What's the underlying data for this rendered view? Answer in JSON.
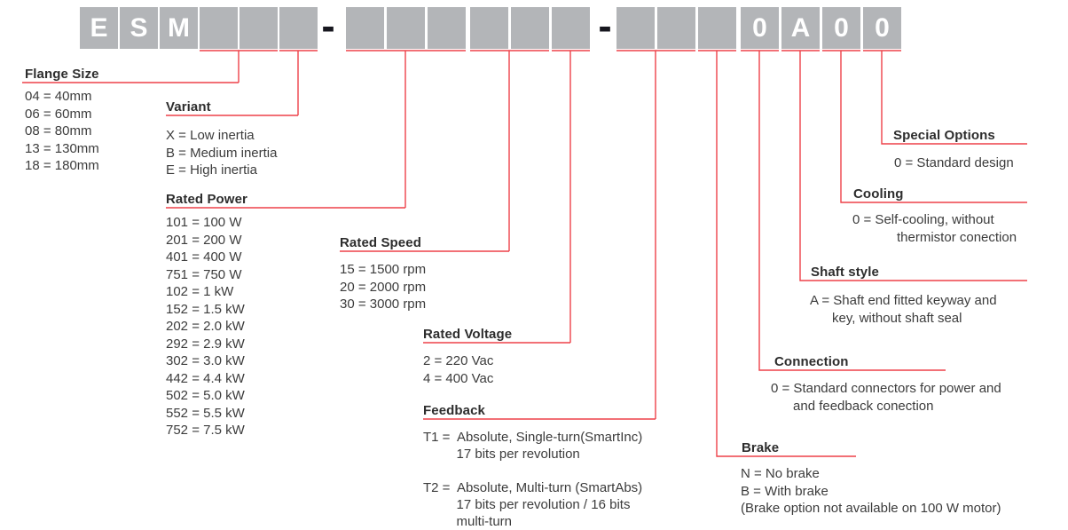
{
  "code": {
    "prefix": "ESM",
    "suffix_fixed": "0A00",
    "separator": "-",
    "chars": [
      "E",
      "S",
      "M",
      "",
      "",
      "",
      "",
      "",
      "",
      "",
      "",
      "",
      "",
      "",
      "",
      "0",
      "A",
      "0",
      "0"
    ]
  },
  "colors": {
    "accent_red": "#ee4149",
    "box_gray": "#b3b5b8",
    "box_text": "#ffffff",
    "dash_dark": "#17171f",
    "heading_text": "#2d2d2d",
    "body_text": "#3c3c3c"
  },
  "sections": [
    {
      "id": "flange-size",
      "title": "Flange Size",
      "items": [
        "04 = 40mm",
        "06 = 60mm",
        "08 = 80mm",
        "13 = 130mm",
        "18 = 180mm"
      ]
    },
    {
      "id": "variant",
      "title": "Variant",
      "items": [
        "X = Low inertia",
        "B = Medium inertia",
        "E = High inertia"
      ]
    },
    {
      "id": "rated-power",
      "title": "Rated Power",
      "items": [
        "101 = 100 W",
        "201 = 200 W",
        "401 = 400 W",
        "751 = 750 W",
        "102 = 1 kW",
        "152 = 1.5 kW",
        "202 = 2.0 kW",
        "292 = 2.9 kW",
        "302 = 3.0 kW",
        "442 = 4.4 kW",
        "502 = 5.0 kW",
        "552 = 5.5 kW",
        "752 = 7.5 kW"
      ]
    },
    {
      "id": "rated-speed",
      "title": "Rated Speed",
      "items": [
        "15 = 1500 rpm",
        "20 = 2000 rpm",
        "30 = 3000 rpm"
      ]
    },
    {
      "id": "rated-voltage",
      "title": "Rated Voltage",
      "items": [
        "2 = 220 Vac",
        "4 = 400 Vac"
      ]
    },
    {
      "id": "feedback",
      "title": "Feedback",
      "items": [
        "T1 =  Absolute, Single-turn(SmartInc)",
        "         17 bits per revolution",
        "",
        "T2 =  Absolute, Multi-turn (SmartAbs)",
        "         17 bits per revolution / 16 bits",
        "         multi-turn"
      ]
    },
    {
      "id": "brake",
      "title": "Brake",
      "items": [
        "N = No brake",
        "B = With brake",
        "(Brake option not available on 100 W motor)"
      ]
    },
    {
      "id": "connection",
      "title": "Connection",
      "items": [
        "0 = Standard connectors for power and",
        "      and feedback conection"
      ]
    },
    {
      "id": "shaft-style",
      "title": "Shaft style",
      "items": [
        "A = Shaft end fitted keyway and",
        "      key, without shaft seal"
      ]
    },
    {
      "id": "cooling",
      "title": "Cooling",
      "items": [
        "0 = Self-cooling, without",
        "            thermistor conection"
      ]
    },
    {
      "id": "special-options",
      "title": "Special Options",
      "items": [
        "0 = Standard design"
      ]
    }
  ]
}
